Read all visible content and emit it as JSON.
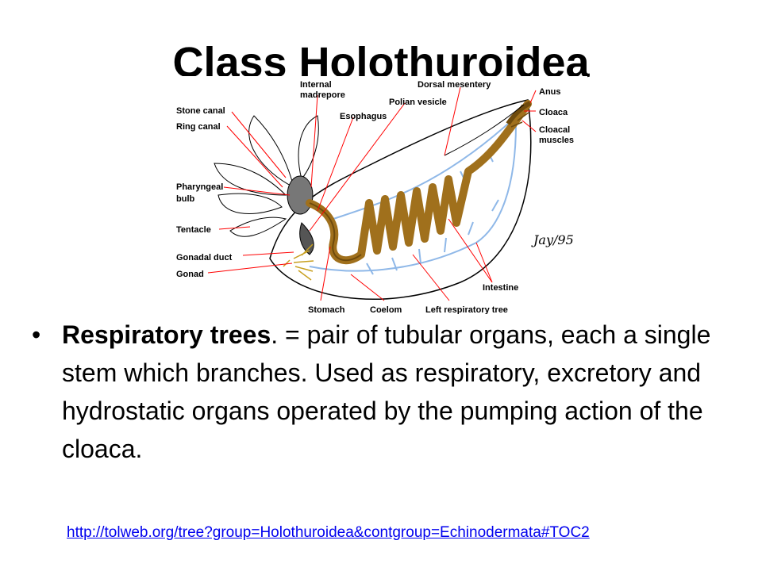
{
  "slide": {
    "title": "Class Holothuroidea"
  },
  "figure": {
    "labels": {
      "stone_canal": "Stone canal",
      "ring_canal": "Ring canal",
      "pharyngeal_bulb_1": "Pharyngeal",
      "pharyngeal_bulb_2": "bulb",
      "tentacle": "Tentacle",
      "gonadal_duct": "Gonadal duct",
      "gonad": "Gonad",
      "internal_madrepore_1": "Internal",
      "internal_madrepore_2": "madrepore",
      "esophagus": "Esophagus",
      "polian_vesicle": "Polian vesicle",
      "dorsal_mesentery": "Dorsal mesentery",
      "anus": "Anus",
      "cloaca": "Cloaca",
      "cloacal_muscles_1": "Cloacal",
      "cloacal_muscles_2": "muscles",
      "intestine": "Intestine",
      "stomach": "Stomach",
      "coelom": "Coelom",
      "left_respiratory_tree": "Left respiratory tree"
    },
    "signature": "Jay/95"
  },
  "bullet": {
    "marker": "•",
    "term": "Respiratory trees",
    "text": ". = pair of tubular organs, each a single stem which branches. Used as respiratory, excretory and hydrostatic organs operated by the pumping action of the cloaca."
  },
  "source_link": {
    "text": "http://tolweb.org/tree?group=Holothuroidea&contgroup=Echinodermata#TOC2"
  },
  "colors": {
    "gut": "#a0701c",
    "gut_dark": "#6e4a0c",
    "respiratory_tree": "#8fb8e8",
    "gonad": "#f0d060",
    "leader_line": "#ff0000"
  }
}
